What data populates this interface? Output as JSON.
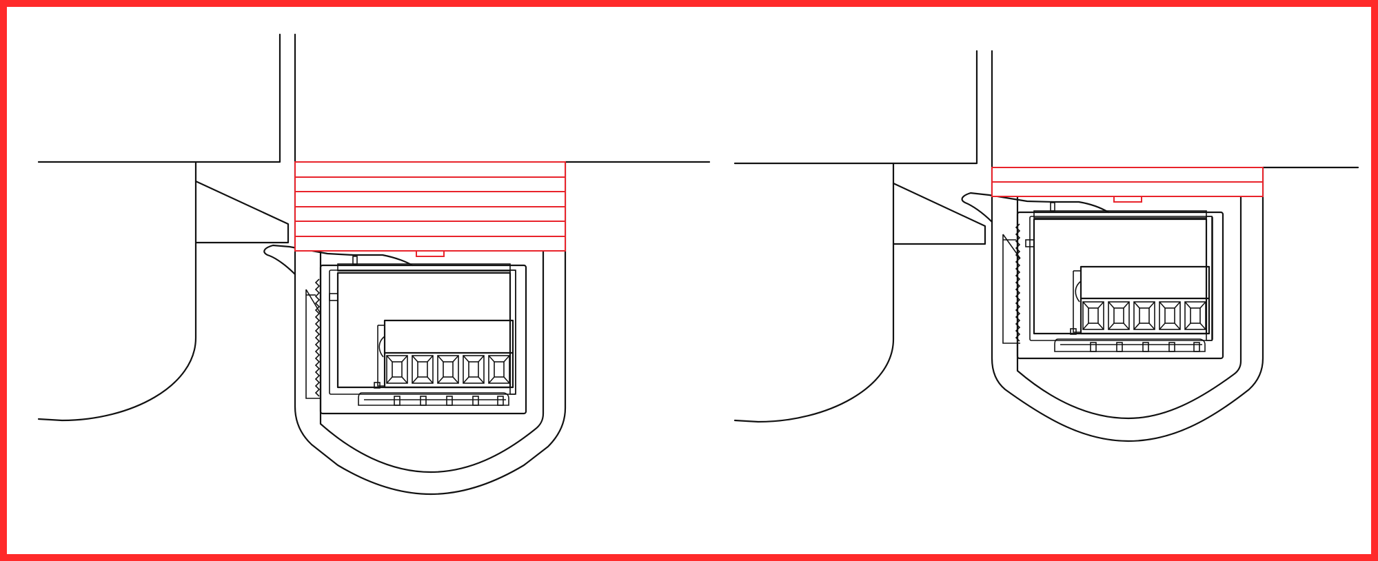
{
  "figure": {
    "frame_color": "#ff2a2a",
    "line_color": "#111111",
    "highlight_color": "#e8222a",
    "panels": [
      {
        "id": "left",
        "highlight_layers": 6
      },
      {
        "id": "right",
        "highlight_layers": 2
      }
    ],
    "terminal_count": 5
  }
}
